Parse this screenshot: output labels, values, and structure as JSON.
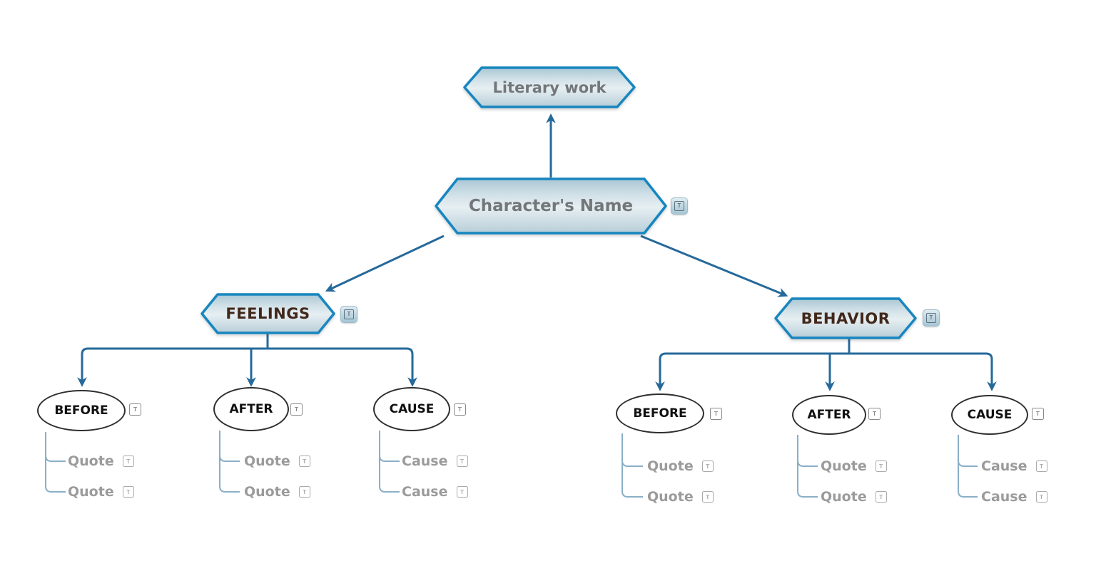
{
  "icons": {
    "text_badge": "T"
  },
  "colors": {
    "hex_border": "#1786bf",
    "hex_fill_top": "#a9c7d4",
    "hex_fill_mid": "#e6eff2",
    "hex_fill_bottom": "#b7cdd7",
    "connector": "#26699a",
    "leaf_connector": "#8aafc7",
    "primary_label_text": "#73777a",
    "branch_label_text": "#42281b",
    "ellipse_border": "#2e2e2e",
    "leaf_text": "#9b9b9b"
  },
  "diagram": {
    "root": {
      "label": "Literary work"
    },
    "parent": {
      "label": "Character's Name"
    },
    "branches": [
      {
        "label": "FEELINGS",
        "children": [
          {
            "label": "BEFORE",
            "leaves": [
              "Quote",
              "Quote"
            ]
          },
          {
            "label": "AFTER",
            "leaves": [
              "Quote",
              "Quote"
            ]
          },
          {
            "label": "CAUSE",
            "leaves": [
              "Cause",
              "Cause"
            ]
          }
        ]
      },
      {
        "label": "BEHAVIOR",
        "children": [
          {
            "label": "BEFORE",
            "leaves": [
              "Quote",
              "Quote"
            ]
          },
          {
            "label": "AFTER",
            "leaves": [
              "Quote",
              "Quote"
            ]
          },
          {
            "label": "CAUSE",
            "leaves": [
              "Cause",
              "Cause"
            ]
          }
        ]
      }
    ]
  }
}
